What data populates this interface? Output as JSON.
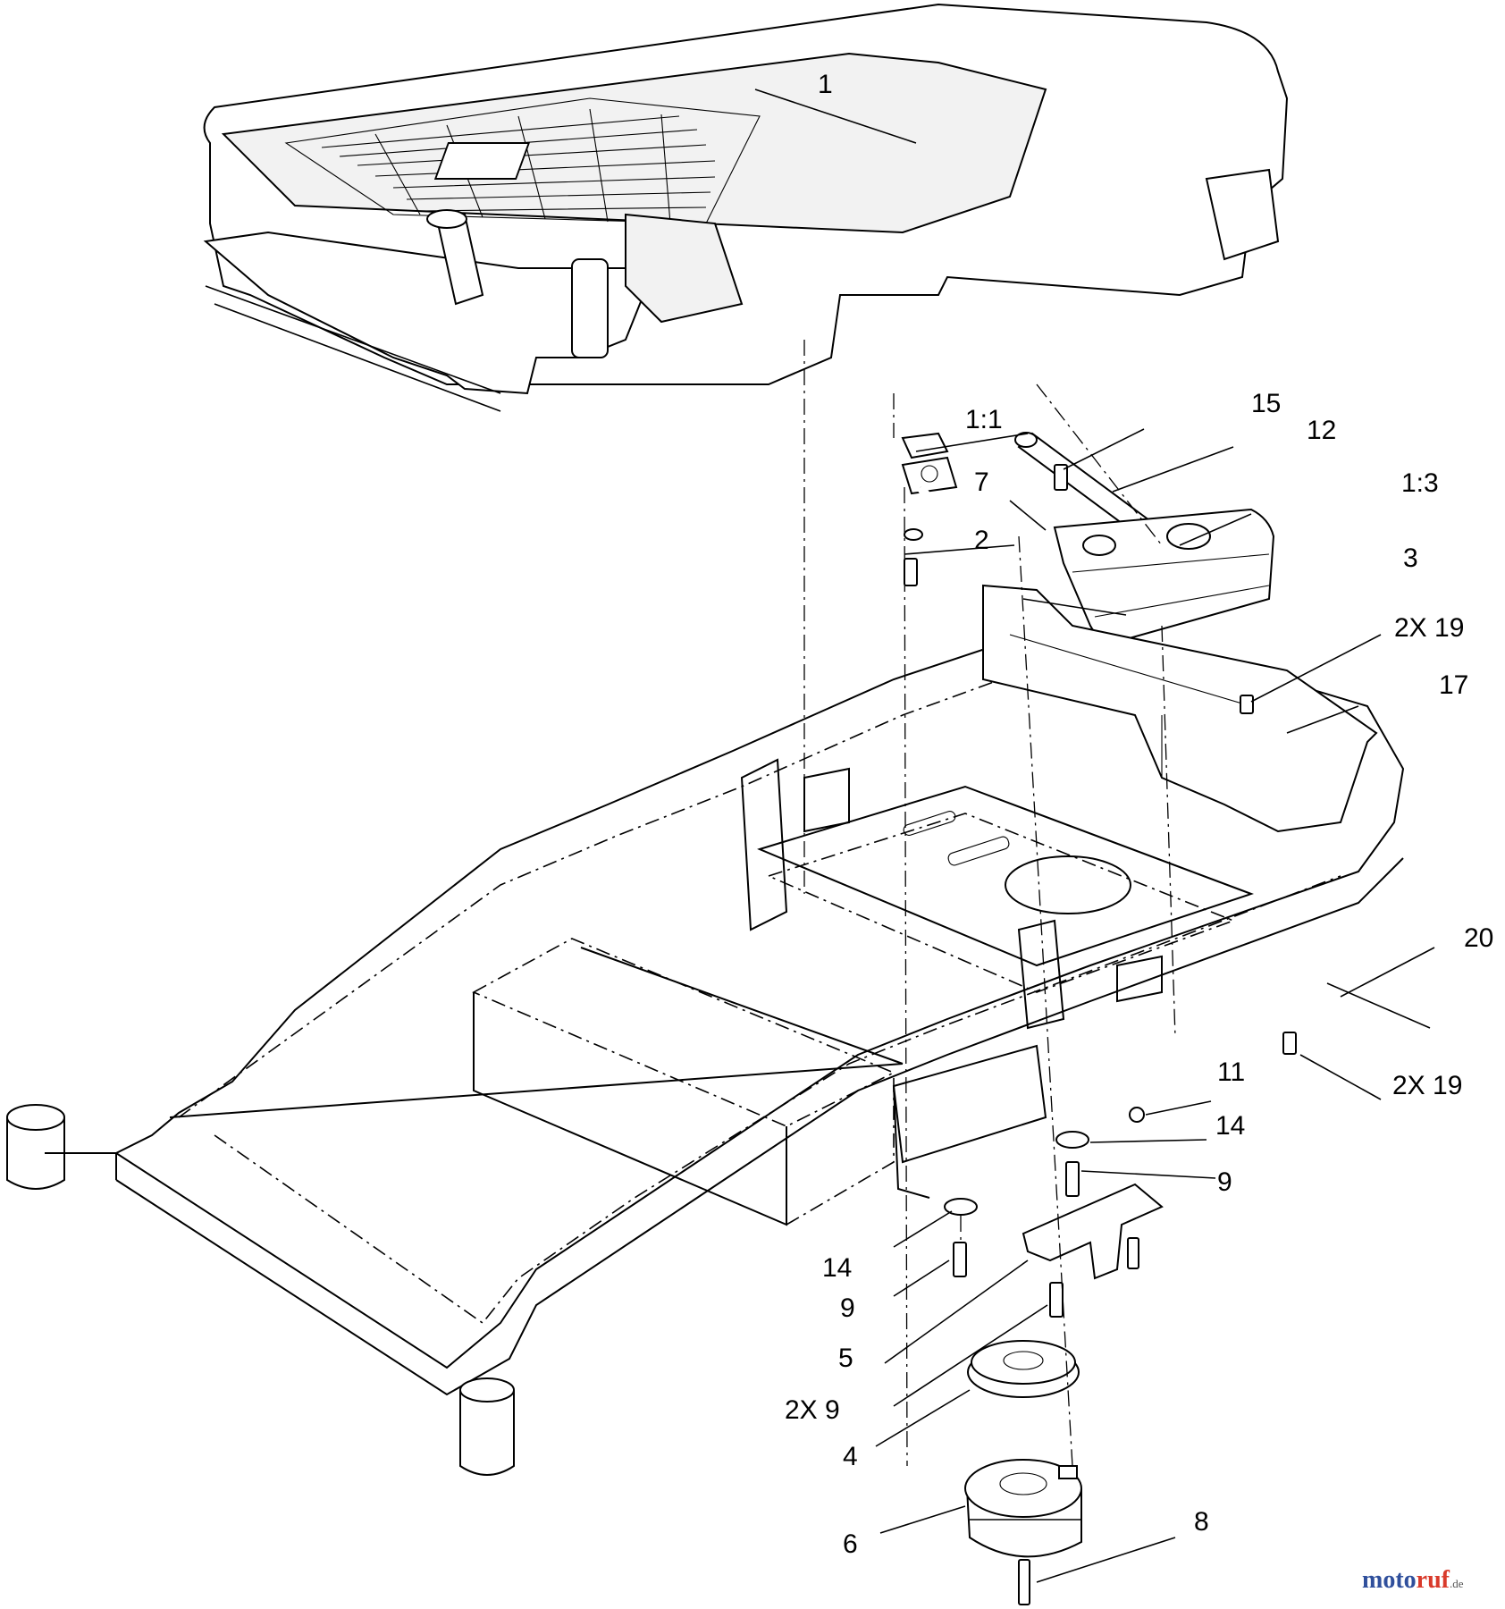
{
  "callouts": {
    "c1": "1",
    "c11a": "1:1",
    "c15": "15",
    "c12": "12",
    "c13": "1:3",
    "c7": "7",
    "c2": "2",
    "c3": "3",
    "c2x19a": "2X 19",
    "c17": "17",
    "c20": "20",
    "c2x19b": "2X 19",
    "c11": "11",
    "c14a": "14",
    "c9a": "9",
    "c14b": "14",
    "c9b": "9",
    "c5": "5",
    "c2x9": "2X 9",
    "c4": "4",
    "c6": "6",
    "c8": "8"
  },
  "watermark": {
    "brand_part1": "moto",
    "brand_part2": "ruf",
    "suffix": ".de",
    "colors": {
      "part1": "#2f4f9c",
      "part2": "#d93a2b",
      "suffix": "#555555"
    }
  }
}
